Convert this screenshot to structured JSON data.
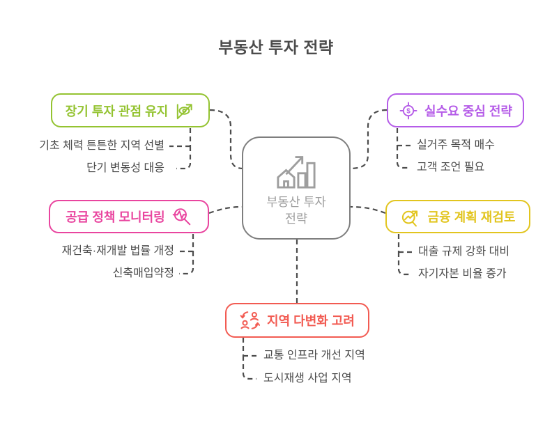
{
  "title": "부동산 투자 전략",
  "center": {
    "label_line1": "부동산 투자",
    "label_line2": "전략",
    "icon": "house-growth-chart-icon",
    "border_color": "#7e7e7e",
    "text_color": "#9e9e9e"
  },
  "connector_color": "#4c4c4c",
  "branches": [
    {
      "id": "long-term-view",
      "label": "장기 투자 관점 유지",
      "color": "#94c331",
      "icon": "eye-trend-icon",
      "position": "top-left",
      "children": [
        "기초 체력 튼튼한 지역 선별",
        "단기 변동성 대응"
      ]
    },
    {
      "id": "real-demand",
      "label": "실수요 중심 전략",
      "color": "#b55ce8",
      "icon": "dollar-target-icon",
      "position": "top-right",
      "children": [
        "실거주 목적 매수",
        "고객 조언 필요"
      ]
    },
    {
      "id": "supply-policy",
      "label": "공급 정책 모니터링",
      "color": "#e9459f",
      "icon": "pulse-magnifier-icon",
      "position": "mid-left",
      "children": [
        "재건축·재개발 법률 개정",
        "신축매입약정"
      ]
    },
    {
      "id": "finance-plan",
      "label": "금융 계획 재검토",
      "color": "#e2c51f",
      "icon": "trend-magnifier-icon",
      "position": "mid-right",
      "children": [
        "대출 규제 강화 대비",
        "자기자본 비율 증가"
      ]
    },
    {
      "id": "region-diversify",
      "label": "지역 다변화 고려",
      "color": "#f25b52",
      "icon": "people-swap-icon",
      "position": "bottom-center",
      "children": [
        "교통 인프라 개선 지역",
        "도시재생 사업 지역"
      ]
    }
  ]
}
